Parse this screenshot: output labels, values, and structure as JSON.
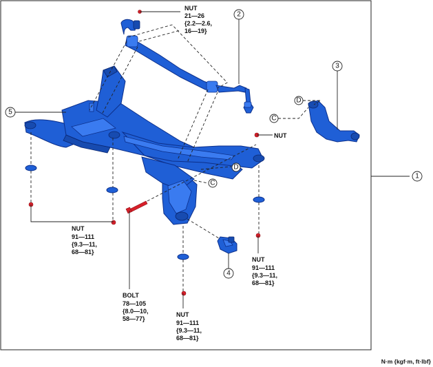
{
  "units_note": "N·m {kgf·m, ft·lbf}",
  "callouts": {
    "c1": "1",
    "c2": "2",
    "c3": "3",
    "c4": "4",
    "c5": "5"
  },
  "letters": {
    "d_upper": "D",
    "c_upper": "C",
    "d_lower": "D",
    "c_lower": "C"
  },
  "labels": {
    "nut_top": {
      "name": "NUT",
      "lines": [
        "21—26",
        "{2.2—2.6,",
        "16—19}"
      ]
    },
    "nut_right_short": {
      "name": "NUT"
    },
    "nut_left": {
      "name": "NUT",
      "lines": [
        "91—111",
        "{9.3—11,",
        "68—81}"
      ]
    },
    "bolt": {
      "name": "BOLT",
      "lines": [
        "78—105",
        "{8.0—10,",
        "58—77}"
      ]
    },
    "nut_bottom": {
      "name": "NUT",
      "lines": [
        "91—111",
        "{9.3—11,",
        "68—81}"
      ]
    },
    "nut_right": {
      "name": "NUT",
      "lines": [
        "91—111",
        "{9.3—11,",
        "68—81}"
      ]
    }
  },
  "colors": {
    "part_blue": "#1f5fd6",
    "fastener_red": "#d8202a"
  }
}
